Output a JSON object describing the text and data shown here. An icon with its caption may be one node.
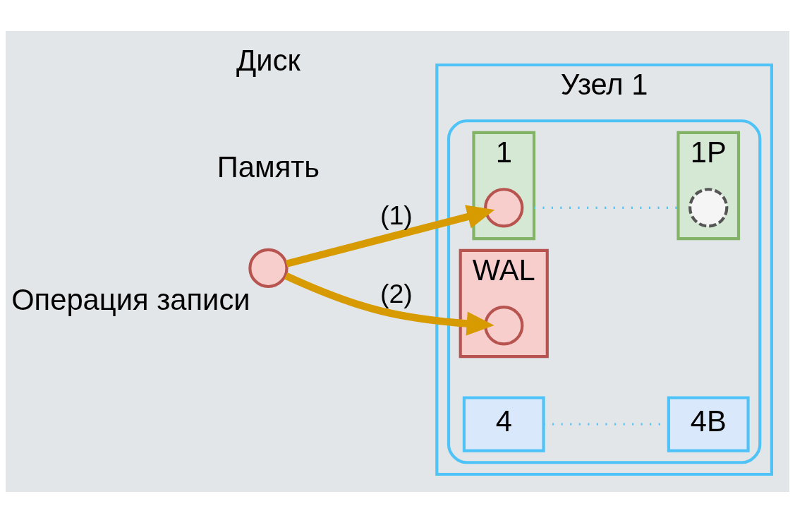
{
  "diagram": {
    "nodes": [
      {
        "text": [
          "Узел 1"
        ]
      },
      {
        "text": [],
        "shape": "cylinder",
        "in": 0
      },
      {
        "text": [
          "1"
        ],
        "in": 1
      },
      {
        "text": [],
        "shape": "circle",
        "in": 2
      },
      {
        "text": [
          "4"
        ],
        "in": 1
      },
      {
        "text": [
          "1Р"
        ],
        "in": 1
      },
      {
        "text": [],
        "shape": "circle",
        "in": 5
      },
      {
        "text": [
          "4В"
        ],
        "in": 1
      },
      {
        "text": [
          "WAL"
        ],
        "in": 1
      },
      {
        "text": [],
        "shape": "circle",
        "in": 8
      },
      {
        "text": [],
        "shape": "circle",
        "beside": [
          "Операция записи"
        ]
      }
    ],
    "edges": [
      {
        "from": 10,
        "to": 3,
        "arrow": "to",
        "label": "(1)",
        "style": "thick",
        "color": "#d79b00"
      },
      {
        "from": 10,
        "to": 9,
        "arrow": "to",
        "label": "(2)",
        "style": "thick",
        "color": "#d79b00"
      },
      {
        "from": 2,
        "to": 5,
        "arrow": "none",
        "style": "dashed",
        "color": "#4fc3f7"
      },
      {
        "from": 4,
        "to": 7,
        "arrow": "none",
        "style": "dashed",
        "color": "#4fc3f7"
      }
    ],
    "labels": [
      "Память",
      "Диск"
    ]
  }
}
